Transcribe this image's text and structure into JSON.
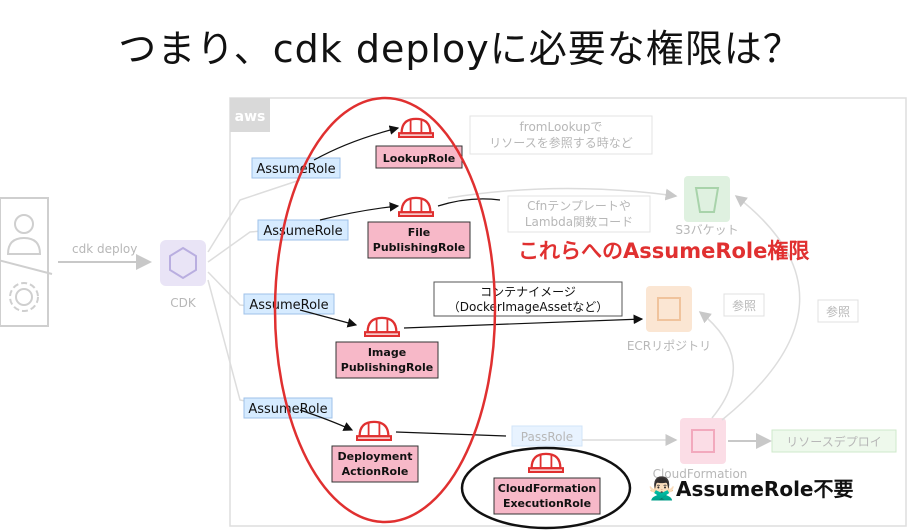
{
  "title": "つまり、cdk deployに必要な権限は？",
  "background": {
    "aws_logo": "aws",
    "cdk_deploy_label": "cdk deploy",
    "cdk_label": "CDK",
    "from_lookup_note_line1": "fromLookupで",
    "from_lookup_note_line2": "リソースを参照する時など",
    "cfn_template_note_line1": "Cfnテンプレートや",
    "cfn_template_note_line2": "Lambda関数コード",
    "s3_label": "S3バケット",
    "ecr_label": "ECRリポジトリ",
    "ref_label_1": "参照",
    "ref_label_2": "参照",
    "pass_role_label": "PassRole",
    "cloudformation_label": "CloudFormation",
    "resource_deploy_label": "リソースデプロイ"
  },
  "container_note": {
    "line1": "コンテナイメージ",
    "line2": "（DockerImageAssetなど）"
  },
  "assume_role_label": "AssumeRole",
  "roles": {
    "lookup": "LookupRole",
    "file_line1": "File",
    "file_line2": "PublishingRole",
    "image_line1": "Image",
    "image_line2": "PublishingRole",
    "deploy_line1": "Deployment",
    "deploy_line2": "ActionRole",
    "exec_line1": "CloudFormation",
    "exec_line2": "ExecutionRole"
  },
  "callout_red": "これらへのAssumeRole権限",
  "callout_no_assume": "AssumeRole不要",
  "emoji_no": "🙅🏻‍♂️",
  "colors": {
    "red_accent": "#e03030",
    "role_fill": "#f7b8c8",
    "assume_fill": "#d6ebff",
    "faint": "#b7b7b7"
  }
}
